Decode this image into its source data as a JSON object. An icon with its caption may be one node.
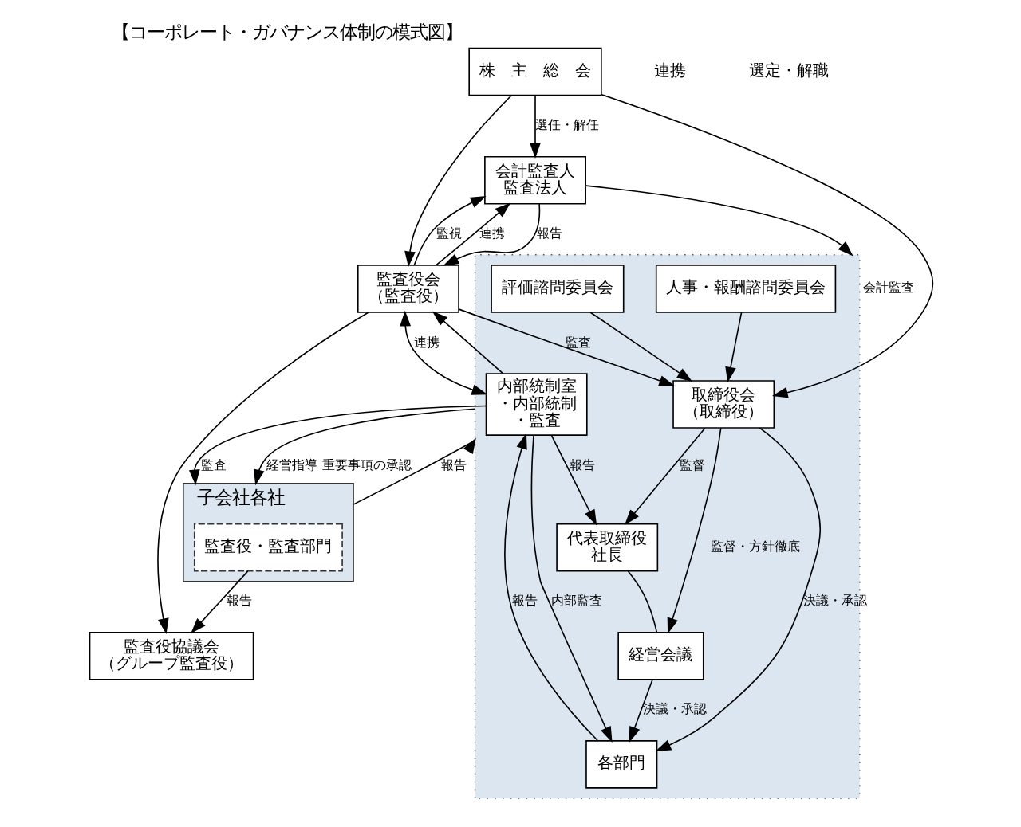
{
  "diagram": {
    "title": "【コーポレート・ガバナンス体制の模式図】",
    "nodes": [
      {
        "text": [
          "株　主　総　会"
        ]
      },
      {
        "text": [
          "会計監査人",
          "監査法人"
        ]
      },
      {
        "text": [
          "監査役会",
          "（監査役）"
        ]
      },
      {
        "text": [
          "監査役協議会",
          "（グループ監査役）"
        ]
      },
      {
        "text": [],
        "shape": "box"
      },
      {
        "text": [
          "取締役会",
          "（取締役）"
        ],
        "in": 4
      },
      {
        "text": [
          "人事・報酬諮問委員会"
        ],
        "in": 4
      },
      {
        "text": [
          "評価諮問委員会"
        ],
        "in": 4
      },
      {
        "text": [
          "代表取締役",
          "社長"
        ],
        "in": 4
      },
      {
        "text": [
          "経営会議"
        ],
        "in": 4
      },
      {
        "text": [
          "内部統制室",
          "・内部統制",
          "・監査"
        ],
        "in": 4
      },
      {
        "text": [
          "各部門"
        ],
        "in": 4
      },
      {
        "text": [
          "子会社各社"
        ]
      },
      {
        "text": [
          "監査役・監査部門"
        ],
        "in": 12
      }
    ],
    "edges": [
      {
        "from": 0,
        "to": 1,
        "arrow": "to",
        "label": "選任・解任"
      },
      {
        "from": 0,
        "to": 2,
        "arrow": "to"
      },
      {
        "from": 0,
        "to": 5,
        "arrow": "to"
      },
      {
        "from": 2,
        "to": 1,
        "arrow": "to",
        "label": "監視"
      },
      {
        "from": 1,
        "to": 2,
        "arrow": "to",
        "label": "報告"
      },
      {
        "from": 2,
        "to": 5,
        "arrow": "to",
        "label": "監査"
      },
      {
        "from": 1,
        "to": 4,
        "arrow": "to",
        "label": "会計監査"
      },
      {
        "from": 2,
        "to": 1,
        "arrow": "to",
        "label": "連携"
      },
      {
        "from": 2,
        "to": 3,
        "arrow": "to"
      },
      {
        "from": 2,
        "to": 10,
        "arrow": "both",
        "label": "連携"
      },
      {
        "from": 10,
        "to": 2,
        "arrow": "to"
      },
      {
        "from": 10,
        "to": 8,
        "arrow": "to",
        "label": "報告"
      },
      {
        "from": 5,
        "to": 8,
        "arrow": "to",
        "label": "監督"
      },
      {
        "from": 5,
        "to": 9,
        "arrow": "to",
        "label": "監督・方針徹底"
      },
      {
        "from": 5,
        "to": 11,
        "arrow": "to",
        "label": "決議・承認"
      },
      {
        "from": 6,
        "to": 5,
        "arrow": "to"
      },
      {
        "from": 7,
        "to": 5,
        "arrow": "to"
      },
      {
        "from": 8,
        "to": 9,
        "arrow": "none"
      },
      {
        "from": 9,
        "to": 11,
        "arrow": "to",
        "label": "決議・承認"
      },
      {
        "from": 10,
        "to": 11,
        "arrow": "to",
        "label": "内部監査"
      },
      {
        "from": 11,
        "to": 10,
        "arrow": "to",
        "label": "報告"
      },
      {
        "from": 10,
        "to": 12,
        "arrow": "to",
        "label": "監査"
      },
      {
        "from": 4,
        "to": 12,
        "arrow": "to",
        "label": "経営指導 重要事項の承認"
      },
      {
        "from": 12,
        "to": 4,
        "arrow": "to",
        "label": "報告"
      },
      {
        "from": 13,
        "to": 3,
        "arrow": "to",
        "label": "報告"
      }
    ],
    "labels": [
      "連携",
      "選定・解職"
    ]
  }
}
